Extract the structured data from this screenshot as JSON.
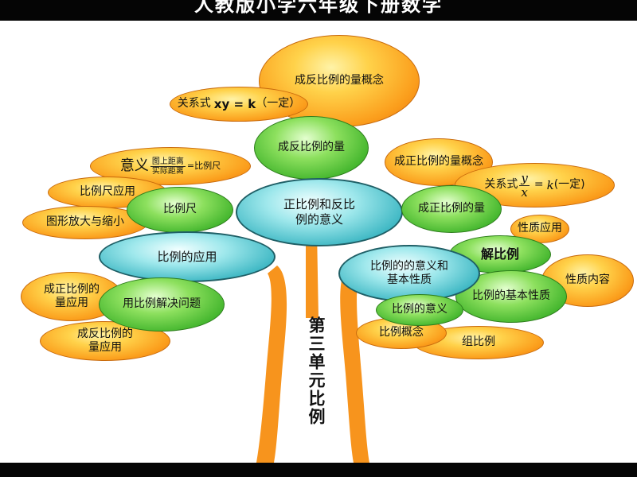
{
  "title": "人教版小学六年级下册数学",
  "unit_title": "第三单元比例",
  "nodes": {
    "inverse_concept": "成反比例的量概念",
    "inverse_relation_prefix": "关系式",
    "inverse_relation_formula": "xy = k",
    "inverse_relation_suffix": "（一定）",
    "inverse_quantity": "成反比例的量",
    "meaning_word": "意义",
    "meaning_frac_num": "图上距离",
    "meaning_frac_den": "实际距离",
    "meaning_result": "=比例尺",
    "scale_app": "比例尺应用",
    "scale": "比例尺",
    "enlarge": "图形放大与缩小",
    "ratio_app": "比例的应用",
    "direct_app": "成正比例的量应用",
    "solve": "用比例解决问题",
    "inverse_app": "成反比例的量应用",
    "center_meaning": "正比例和反比例的意义",
    "direct_concept": "成正比例的量概念",
    "direct_relation_prefix": "关系式",
    "direct_relation_y": "y",
    "direct_relation_x": "x",
    "direct_relation_eq": "=",
    "direct_relation_k": "k",
    "direct_relation_suffix": "(一定)",
    "direct_quantity": "成正比例的量",
    "property_app": "性质应用",
    "solve_ratio": "解比例",
    "ratio_meaning_property": "比例的的意义和基本性质",
    "property_content": "性质内容",
    "basic_property": "比例的基本性质",
    "ratio_meaning": "比例的意义",
    "ratio_concept": "比例概念",
    "form_ratio": "组比例"
  },
  "colors": {
    "orange": "#fb9e1c",
    "green": "#44b62e",
    "teal": "#3fb8c4",
    "trunk": "#f7941d"
  }
}
